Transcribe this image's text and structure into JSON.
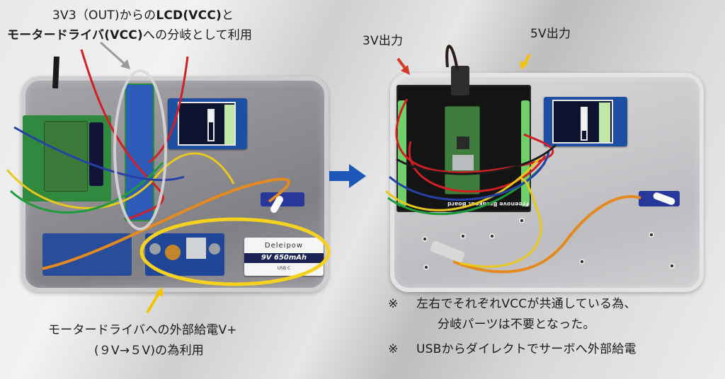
{
  "slide": {
    "background_color": "#e3e3e4"
  },
  "left_panel": {
    "caption_top": {
      "line1_prefix": "3V3（OUT)からの",
      "line1_bold": "LCD(VCC)",
      "line1_suffix": "と",
      "line2_bold": "モータードライバ(VCC)",
      "line2_suffix": "への分岐として利用"
    },
    "caption_bottom": {
      "line1": "モータードライバへの外部給電V+",
      "line2": "(９V→５V)の為利用"
    },
    "battery": {
      "brand": "Deleipow",
      "label": "9V 650mAh",
      "port": "USB C"
    },
    "highlight_colors": {
      "gray_loop": "#d8d8d8",
      "yellow_loop": "#f4d21f",
      "pointer_arrow_gray": "#9a9a9a",
      "pointer_arrow_yellow": "#f4c400"
    }
  },
  "transition_arrow": {
    "icon": "right-arrow-icon",
    "color": "#1b56b8"
  },
  "right_panel": {
    "callout_3v": "3V出力",
    "callout_5v": "5V出力",
    "board_label": "Freenove Breakout Board",
    "arrow_colors": {
      "3v": "#d63a22",
      "5v": "#f2c300"
    },
    "notes": [
      {
        "mark": "※",
        "line1": "左右でそれぞれVCCが共通している為、",
        "line2": "分岐パーツは不要となった。"
      },
      {
        "mark": "※",
        "line1": "USBからダイレクトでサーボへ外部給電"
      }
    ]
  }
}
